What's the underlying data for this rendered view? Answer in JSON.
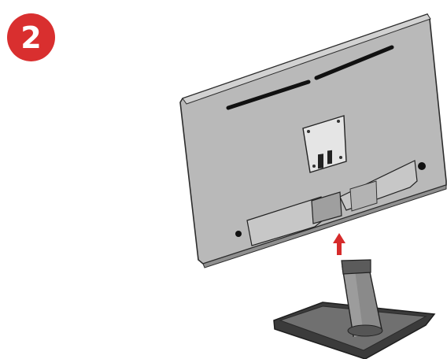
{
  "step": {
    "number": "2",
    "badge_color": "#d92f2f"
  },
  "illustration": {
    "subject": "monitor-back-and-stand-attachment",
    "arrow_color": "#d62b2b",
    "arrow_direction": "up"
  }
}
